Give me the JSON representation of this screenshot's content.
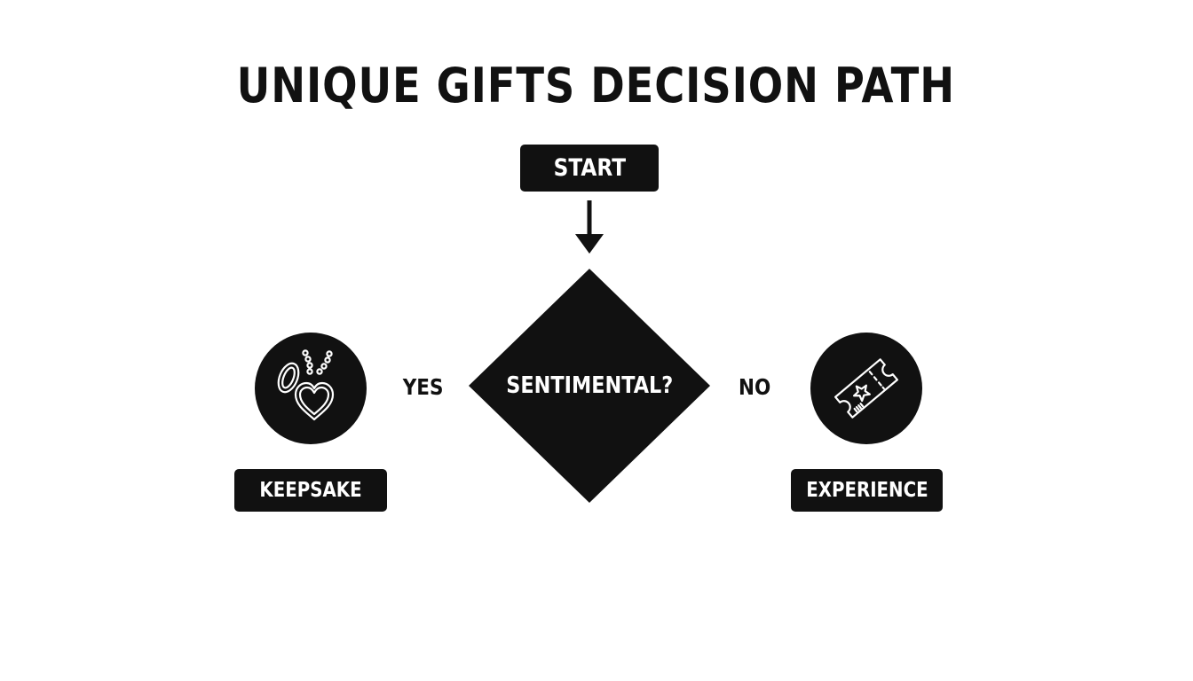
{
  "title": "UNIQUE GIFTS DECISION PATH",
  "start": {
    "label": "START"
  },
  "decision": {
    "label": "SENTIMENTAL?"
  },
  "branches": {
    "yes": {
      "label": "YES",
      "result": "KEEPSAKE",
      "icon": "heart-locket-icon"
    },
    "no": {
      "label": "NO",
      "result": "EXPERIENCE",
      "icon": "ticket-star-icon"
    }
  },
  "colors": {
    "ink": "#111111",
    "background": "#ffffff",
    "text_on_dark": "#ffffff"
  }
}
